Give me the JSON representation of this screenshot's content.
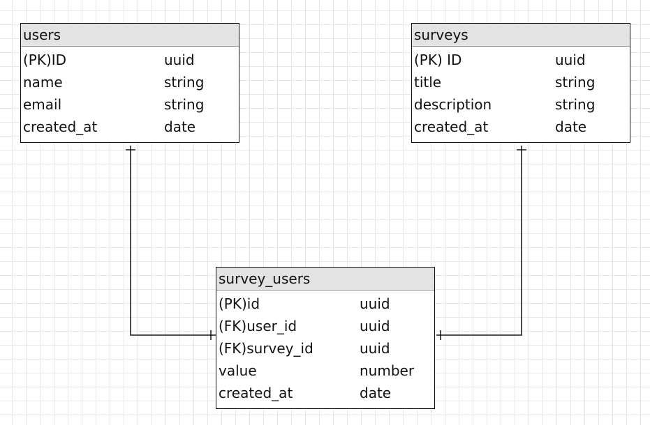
{
  "entities": {
    "users": {
      "title": "users",
      "rows": [
        {
          "name": "(PK)ID",
          "type": "uuid"
        },
        {
          "name": "name",
          "type": "string"
        },
        {
          "name": "email",
          "type": "string"
        },
        {
          "name": "created_at",
          "type": "date"
        }
      ]
    },
    "surveys": {
      "title": "surveys",
      "rows": [
        {
          "name": "(PK) ID",
          "type": "uuid"
        },
        {
          "name": "title",
          "type": "string"
        },
        {
          "name": "description",
          "type": "string"
        },
        {
          "name": "created_at",
          "type": "date"
        }
      ]
    },
    "survey_users": {
      "title": "survey_users",
      "rows": [
        {
          "name": "(PK)id",
          "type": "uuid"
        },
        {
          "name": "(FK)user_id",
          "type": "uuid"
        },
        {
          "name": "(FK)survey_id",
          "type": "uuid"
        },
        {
          "name": "value",
          "type": "number"
        },
        {
          "name": "created_at",
          "type": "date"
        }
      ]
    }
  },
  "relationships": [
    {
      "from": "users",
      "to": "survey_users",
      "from_cardinality": "one",
      "to_cardinality": "one"
    },
    {
      "from": "surveys",
      "to": "survey_users",
      "from_cardinality": "one",
      "to_cardinality": "one"
    }
  ],
  "colors": {
    "line": "#111111",
    "header_bg": "#e3e3e3",
    "grid": "#e6e6e6"
  }
}
